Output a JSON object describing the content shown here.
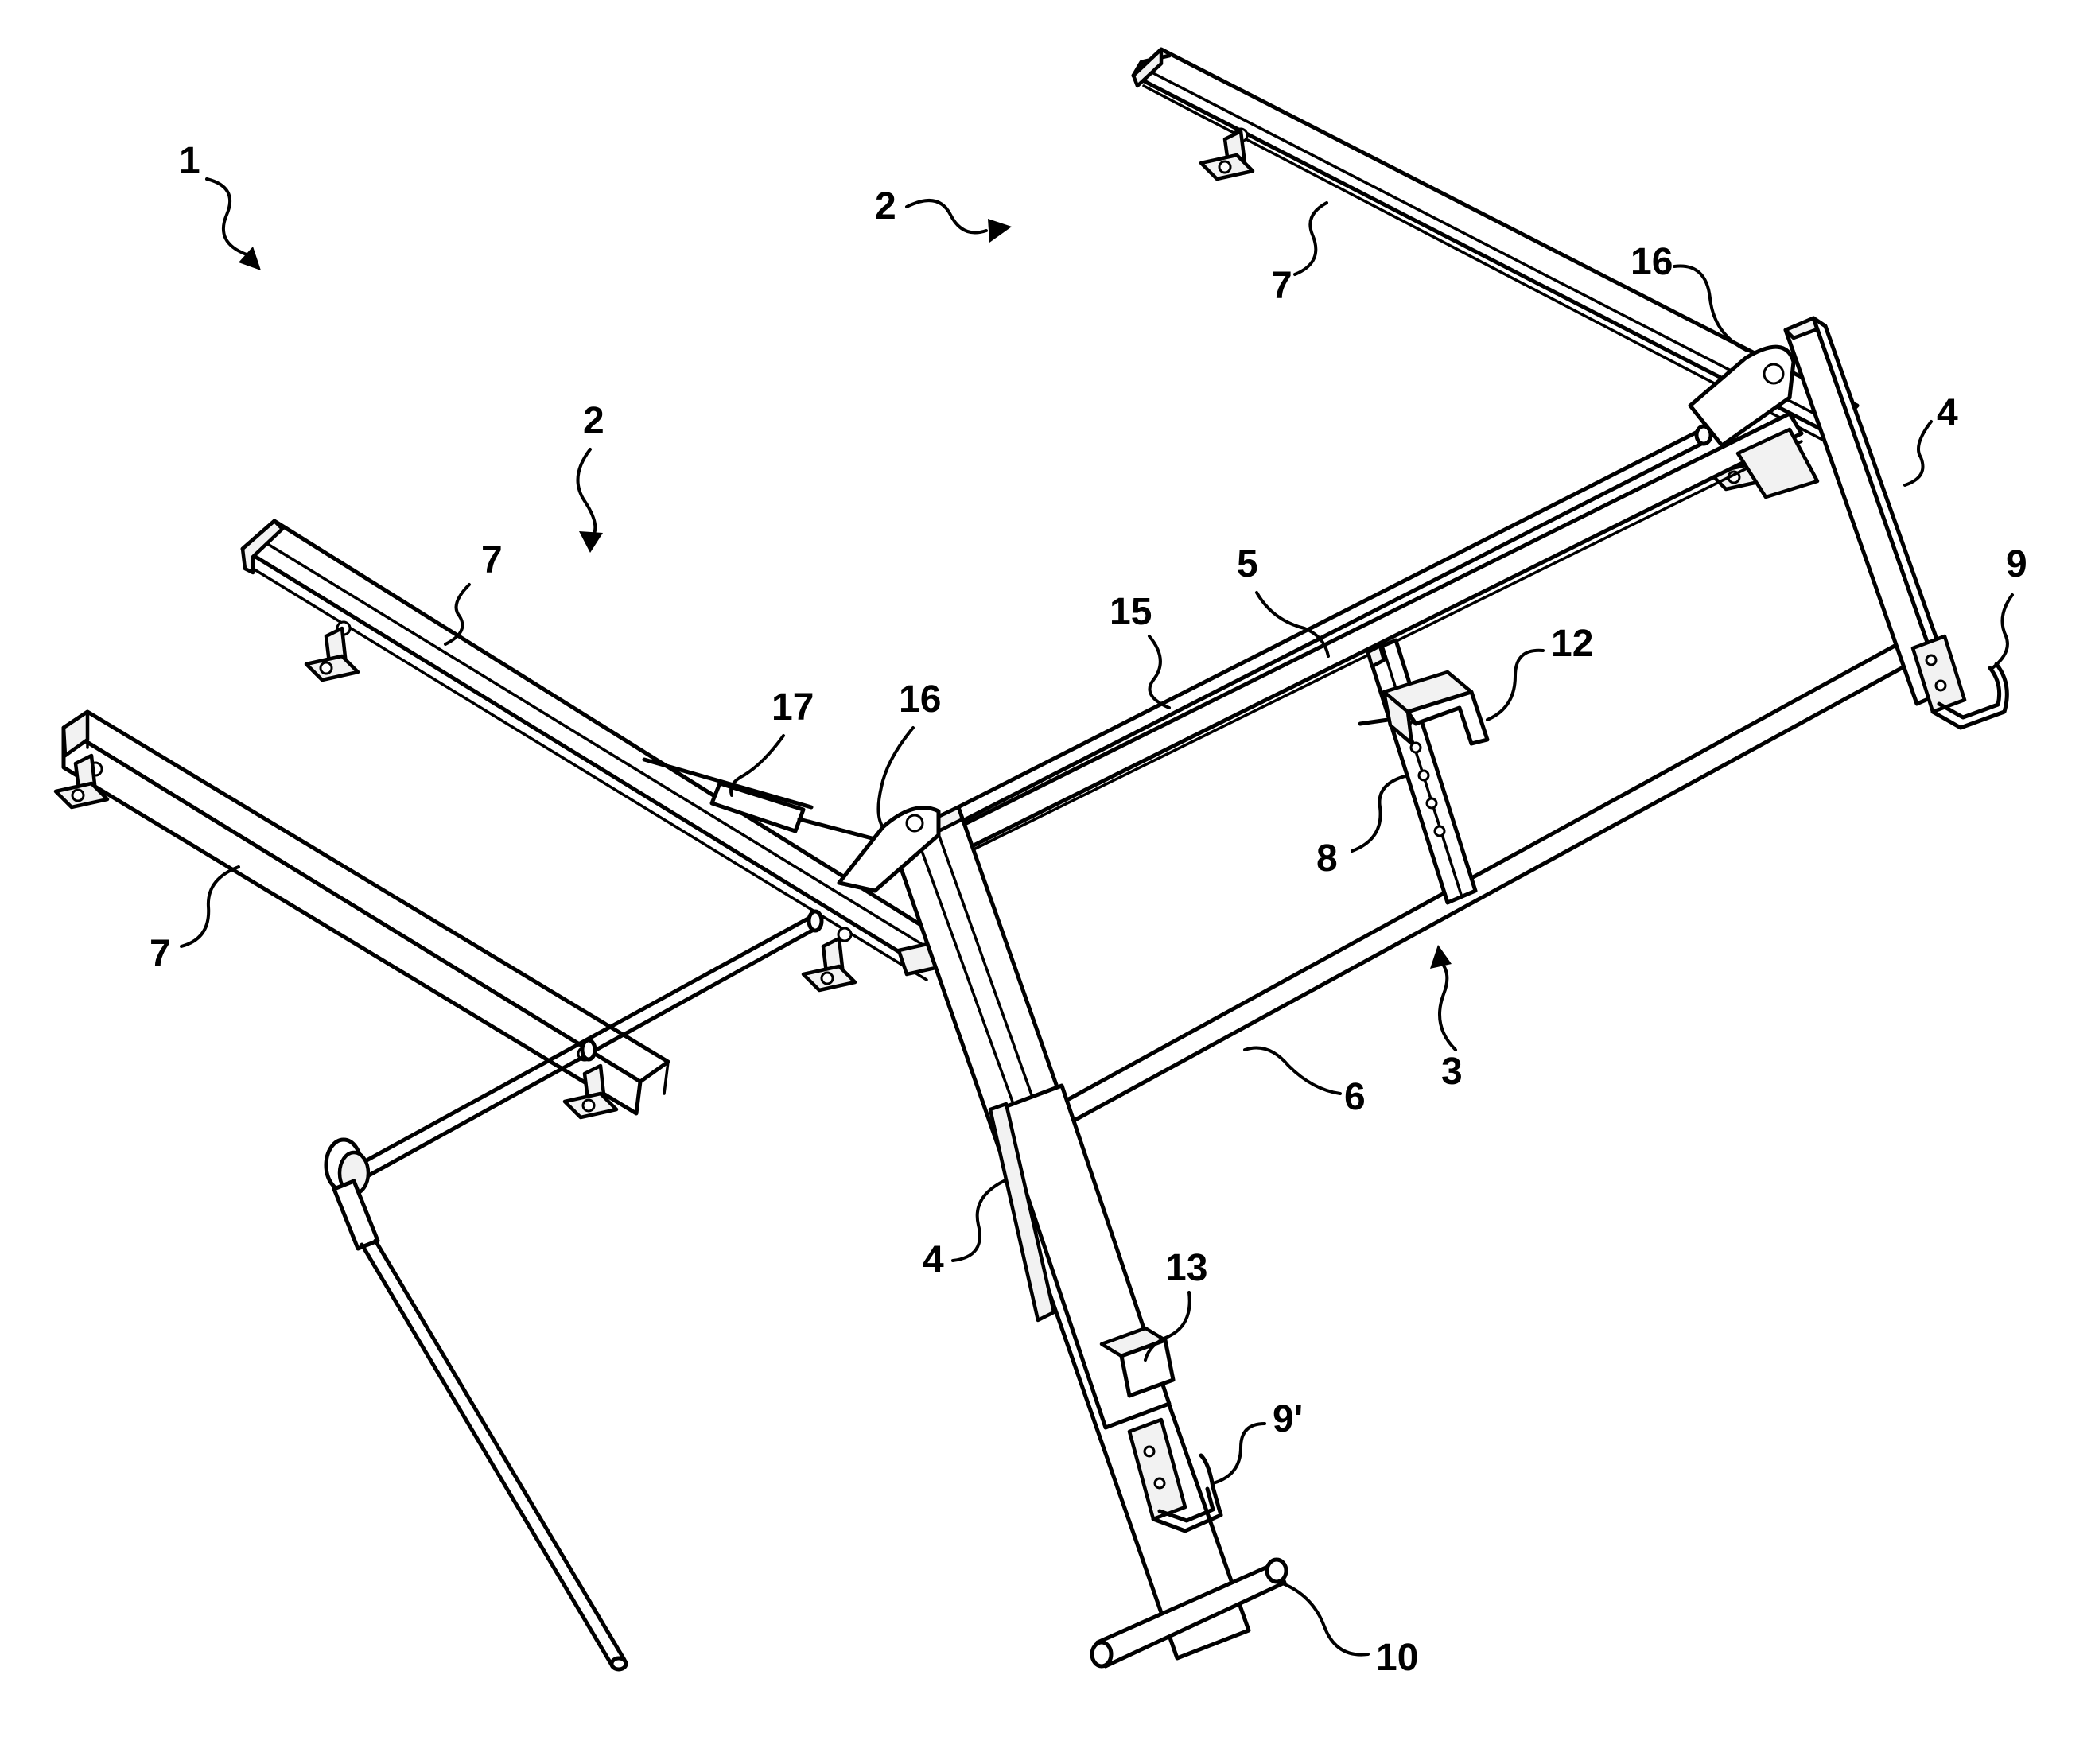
{
  "figure": {
    "labels": {
      "assembly": "1",
      "rail_unit_right": "2",
      "rail_unit_left": "2",
      "frame": "3",
      "post_right": "4",
      "post_left": "4",
      "upper_crossbar": "5",
      "lower_crossbar": "6",
      "rail_far": "7",
      "rail_mid": "7",
      "rail_near": "7",
      "adjustable_bracket": "8",
      "hook_right": "9",
      "hook_left": "9'",
      "foot_bar": "10",
      "upper_stop": "12",
      "lower_stop": "13",
      "pivot_rod": "15",
      "pivot_plate_right": "16",
      "pivot_plate_left": "16",
      "strut": "17"
    }
  }
}
